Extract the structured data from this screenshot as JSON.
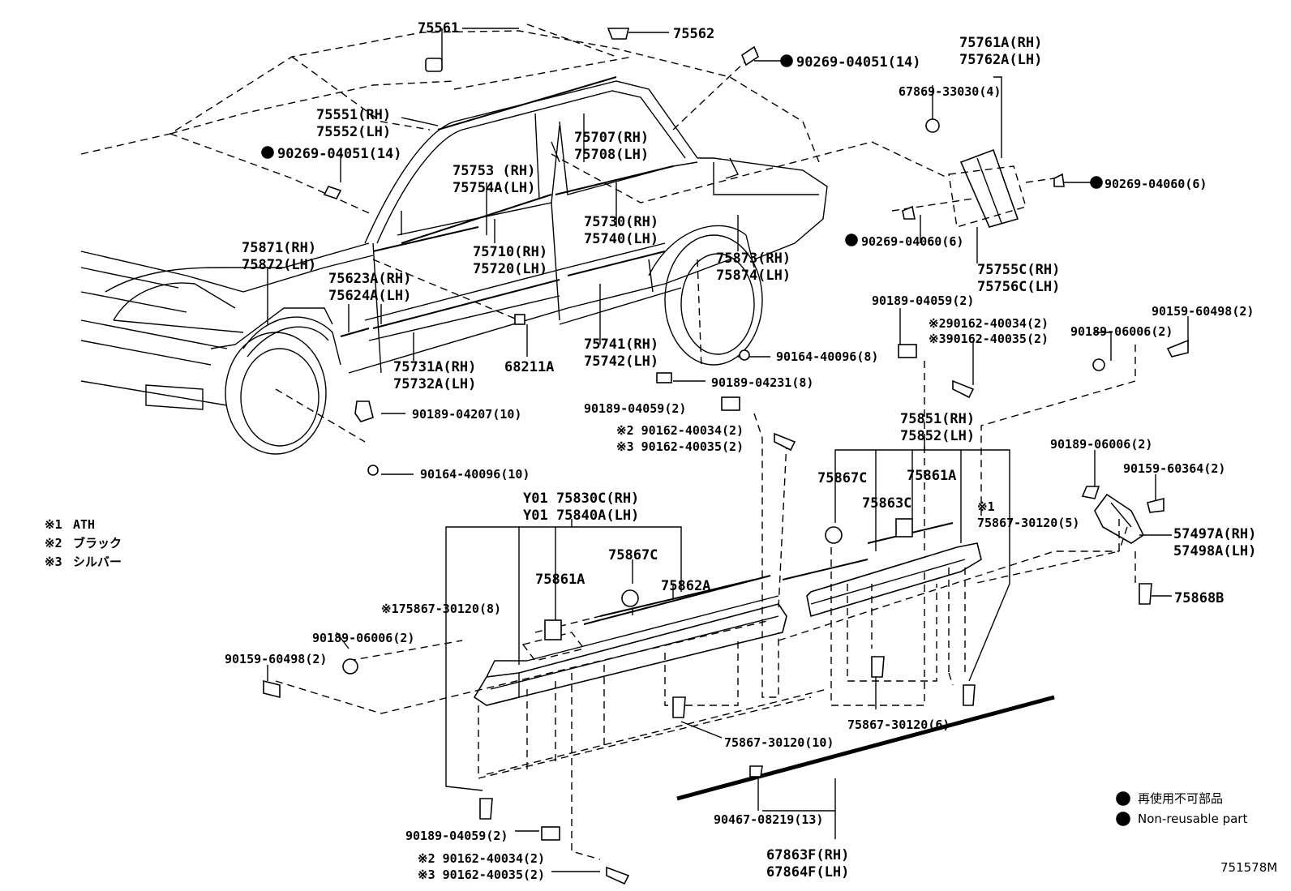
{
  "diagram": {
    "id_code": "751578M",
    "notes": [
      {
        "mark": "※1",
        "text": "ATH"
      },
      {
        "mark": "※2",
        "text": "ブラック"
      },
      {
        "mark": "※3",
        "text": "シルバー"
      }
    ],
    "legend": [
      {
        "text": "再使用不可部品"
      },
      {
        "text": "Non-reusable part"
      }
    ],
    "labels": {
      "p75561": "75561",
      "p75562": "75562",
      "p90269_04051_a": "90269-04051(14)",
      "p75551": "75551(RH)",
      "p75552": "75552(LH)",
      "p90269_04051_b": "90269-04051(14)",
      "p75753": "75753 (RH)",
      "p75754A": "75754A(LH)",
      "p75707": "75707(RH)",
      "p75708": "75708(LH)",
      "p75761A": "75761A(RH)",
      "p75762A": "75762A(LH)",
      "p67869": "67869-33030(4)",
      "p90269_04060_a": "90269-04060(6)",
      "p90269_04060_b": "90269-04060(6)",
      "p75755C": "75755C(RH)",
      "p75756C": "75756C(LH)",
      "p75871": "75871(RH)",
      "p75872": "75872(LH)",
      "p75623A": "75623A(RH)",
      "p75624A": "75624A(LH)",
      "p75710": "75710(RH)",
      "p75720": "75720(LH)",
      "p75730": "75730(RH)",
      "p75740": "75740(LH)",
      "p75873": "75873(RH)",
      "p75874": "75874(LH)",
      "p75741": "75741(RH)",
      "p75742": "75742(LH)",
      "p75731A": "75731A(RH)",
      "p75732A": "75732A(LH)",
      "p68211A": "68211A",
      "p90164_40096_a": "90164-40096(8)",
      "p90189_04231": "90189-04231(8)",
      "p90189_04059_a": "90189-04059(2)",
      "p90162_40034_a": "※290162-40034(2)",
      "p90162_40035_a": "※390162-40035(2)",
      "p90159_60498_a": "90159-60498(2)",
      "p90189_06006_a": "90189-06006(2)",
      "p90189_04207": "90189-04207(10)",
      "p90164_40096_b": "90164-40096(10)",
      "p90189_04059_b": "90189-04059(2)",
      "p90162_40034_b": "※2 90162-40034(2)",
      "p90162_40035_b": "※3 90162-40035(2)",
      "p75851": "75851(RH)",
      "p75852": "75852(LH)",
      "p75867C_a": "75867C",
      "p75861A_a": "75861A",
      "p75863C": "75863C",
      "p75867_30120_5": "※1",
      "p75867_30120_5b": "75867-30120(5)",
      "p90189_06006_b": "90189-06006(2)",
      "p90159_60364": "90159-60364(2)",
      "p57497A": "57497A(RH)",
      "p57498A": "57498A(LH)",
      "p75868B": "75868B",
      "p75830C": "Y01 75830C(RH)",
      "p75840A": "Y01 75840A(LH)",
      "p75861A_b": "75861A",
      "p75867C_b": "75867C",
      "p75862A": "75862A",
      "p75867_30120_8": "※175867-30120(8)",
      "p90189_06006_c": "90189-06006(2)",
      "p90159_60498_b": "90159-60498(2)",
      "p75867_30120_10": "75867-30120(10)",
      "p75867_30120_6": "75867-30120(6)",
      "p90189_04059_c": "90189-04059(2)",
      "p90162_40034_c": "※2 90162-40034(2)",
      "p90162_40035_c": "※3 90162-40035(2)",
      "p90467_08219": "90467-08219(13)",
      "p67863F": "67863F(RH)",
      "p67864F": "67864F(LH)"
    }
  }
}
